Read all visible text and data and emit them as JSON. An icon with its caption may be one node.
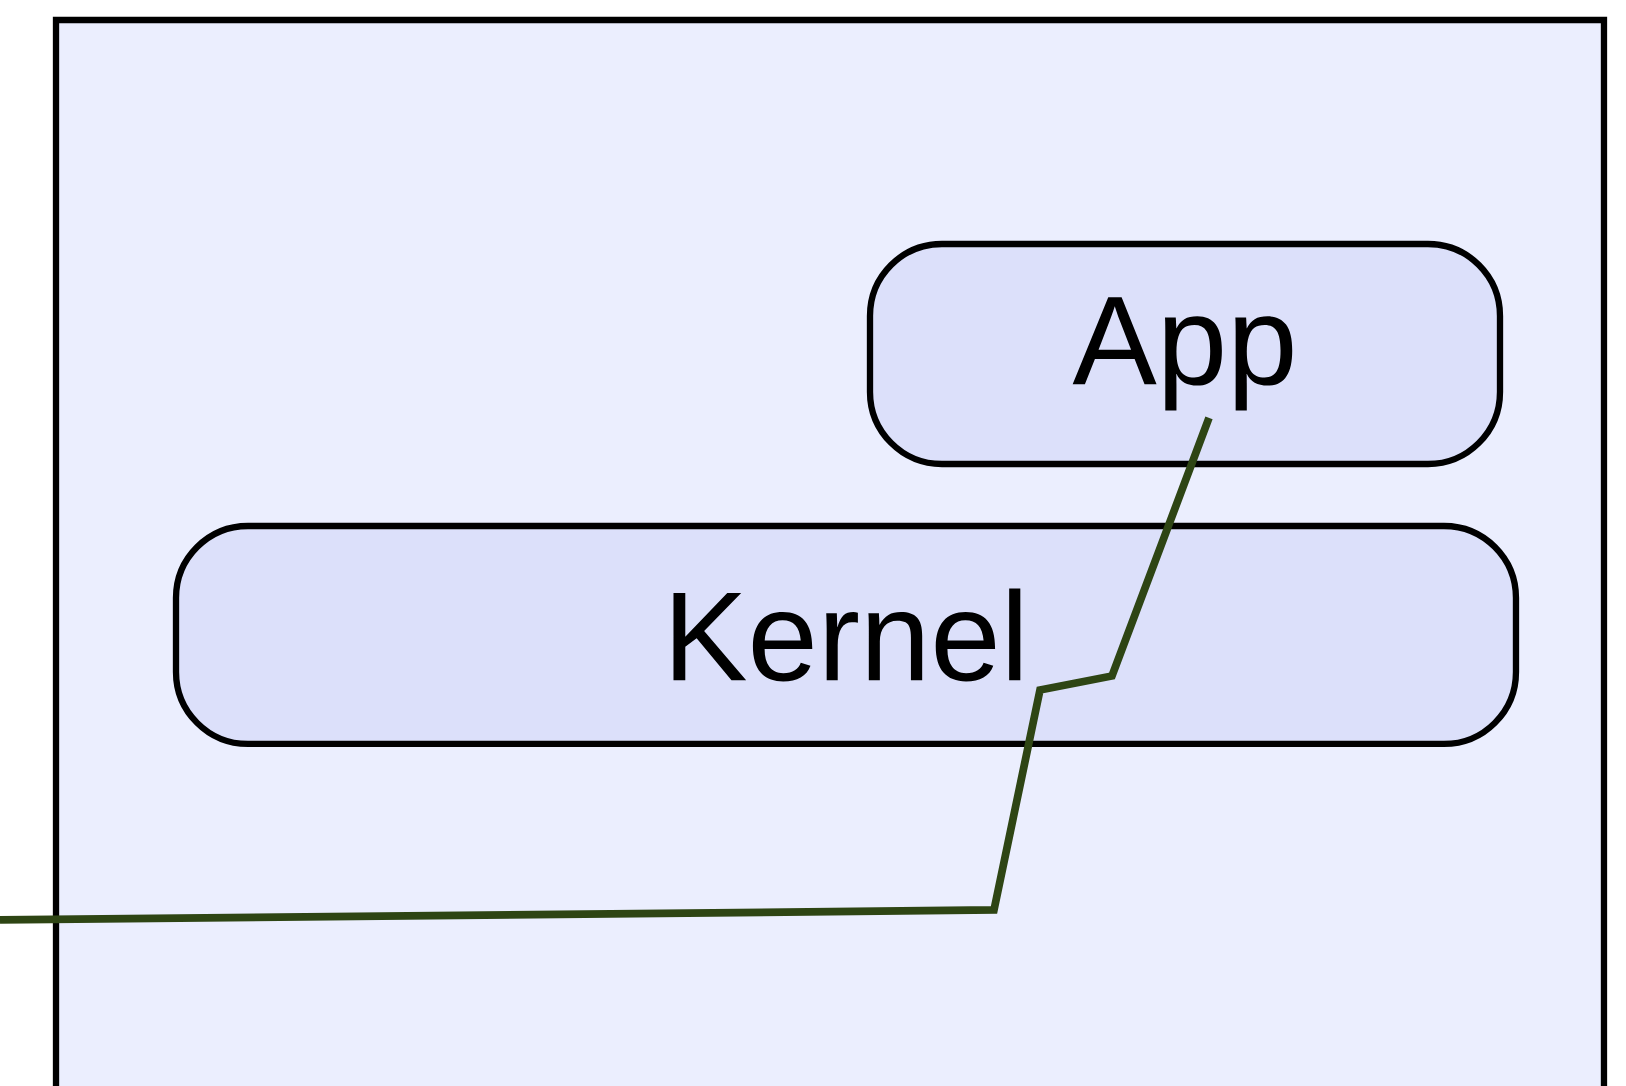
{
  "diagram": {
    "nodes": [
      {
        "text": [],
        "shape": "box"
      },
      {
        "text": [
          "App"
        ],
        "in": 0
      },
      {
        "text": [
          "Kernel"
        ],
        "in": 0
      }
    ],
    "edges": [
      {
        "from": null,
        "to": 1,
        "arrow": "none",
        "color": "#2e4514"
      }
    ]
  }
}
